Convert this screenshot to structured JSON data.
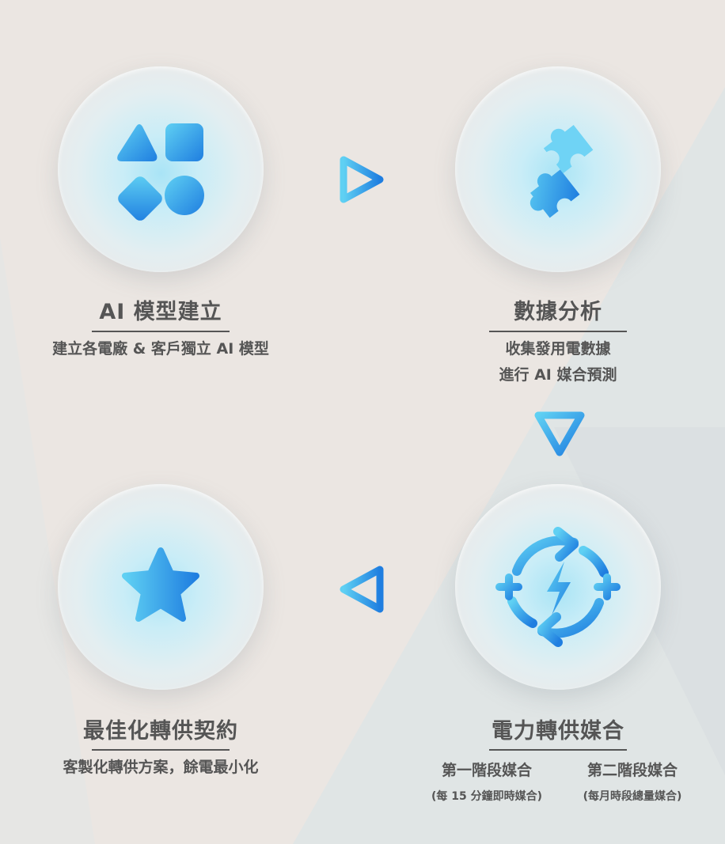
{
  "steps": [
    {
      "title": "AI 模型建立",
      "description": "建立各電廠 & 客戶獨立 AI 模型",
      "icon": "shapes-icon"
    },
    {
      "title": "數據分析",
      "description_lines": [
        "收集發用電數據",
        "進行 AI 媒合預測"
      ],
      "icon": "puzzle-icon"
    },
    {
      "title": "電力轉供媒合",
      "phases": [
        {
          "label": "第一階段媒合",
          "note": "(每 15 分鐘即時媒合)"
        },
        {
          "label": "第二階段媒合",
          "note": "(每月時段總量媒合)"
        }
      ],
      "icon": "energy-cycle-icon"
    },
    {
      "title": "最佳化轉供契約",
      "description": "客製化轉供方案，餘電最小化",
      "icon": "star-icon"
    }
  ],
  "colors": {
    "accent_light": "#5ccbf2",
    "accent_dark": "#1f7ee0",
    "text": "#555555",
    "background": "#ebe6e2"
  }
}
